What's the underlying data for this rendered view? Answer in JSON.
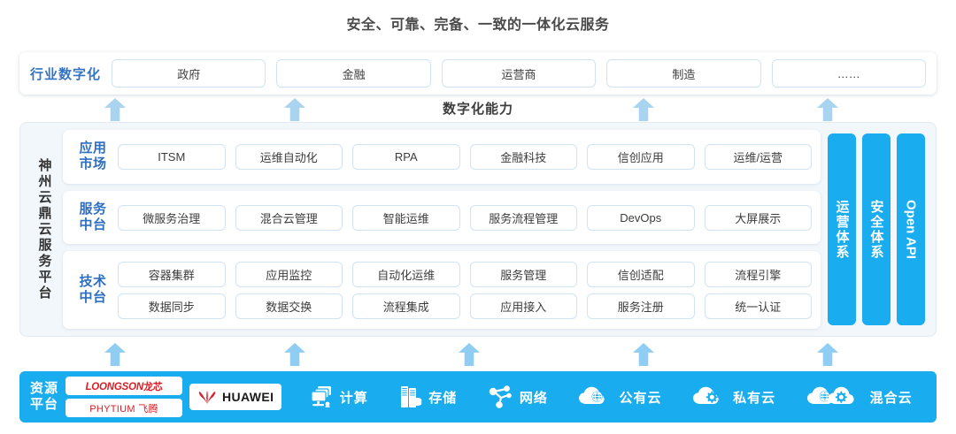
{
  "title": "安全、可靠、完备、一致的一体化云服务",
  "capability_label": "数字化能力",
  "industry": {
    "label": "行业数字化",
    "items": [
      {
        "label": "政府"
      },
      {
        "label": "金融"
      },
      {
        "label": "运营商"
      },
      {
        "label": "制造"
      },
      {
        "label": "……"
      }
    ]
  },
  "platform": {
    "side_label": "神州云鼎云服务平台",
    "rows": [
      {
        "label": "应用\n市场",
        "label_line1": "应用",
        "label_line2": "市场",
        "lines": [
          [
            "ITSM",
            "运维自动化",
            "RPA",
            "金融科技",
            "信创应用",
            "运维/运营"
          ]
        ]
      },
      {
        "label_line1": "服务",
        "label_line2": "中台",
        "lines": [
          [
            "微服务治理",
            "混合云管理",
            "智能运维",
            "服务流程管理",
            "DevOps",
            "大屏展示"
          ]
        ]
      },
      {
        "label_line1": "技术",
        "label_line2": "中台",
        "lines": [
          [
            "容器集群",
            "应用监控",
            "自动化运维",
            "服务管理",
            "信创适配",
            "流程引擎"
          ],
          [
            "数据同步",
            "数据交换",
            "流程集成",
            "应用接入",
            "服务注册",
            "统一认证"
          ]
        ]
      }
    ],
    "vertical_bars": [
      {
        "label": "运营体系",
        "latin": false
      },
      {
        "label": "安全体系",
        "latin": false
      },
      {
        "label": "Open API",
        "latin": true
      }
    ]
  },
  "resource": {
    "label_line1": "资源",
    "label_line2": "平台",
    "logos": [
      {
        "name": "loongson",
        "text_en": "LOONGSON",
        "text_cn": "龙芯"
      },
      {
        "name": "phytium",
        "text_en": "PHYTIUM",
        "text_cn": "飞腾"
      },
      {
        "name": "huawei",
        "text_en": "HUAWEI"
      }
    ],
    "items": [
      {
        "label": "计算",
        "icon": "compute-icon"
      },
      {
        "label": "存储",
        "icon": "storage-icon"
      },
      {
        "label": "网络",
        "icon": "network-icon"
      },
      {
        "label": "公有云",
        "icon": "public-cloud-icon"
      },
      {
        "label": "私有云",
        "icon": "private-cloud-icon"
      },
      {
        "label": "混合云",
        "icon": "hybrid-cloud-icon"
      }
    ]
  },
  "colors": {
    "brand_blue": "#19acee",
    "arrow_blue": "#a8d4f0",
    "panel_bg": "#f1f7fb",
    "label_blue": "#2f6fc0",
    "logo_red": "#d81f26"
  },
  "arrows": {
    "top_row": [
      130,
      333,
      727,
      935
    ],
    "bottom_row": [
      130,
      333,
      530,
      727,
      935
    ]
  }
}
